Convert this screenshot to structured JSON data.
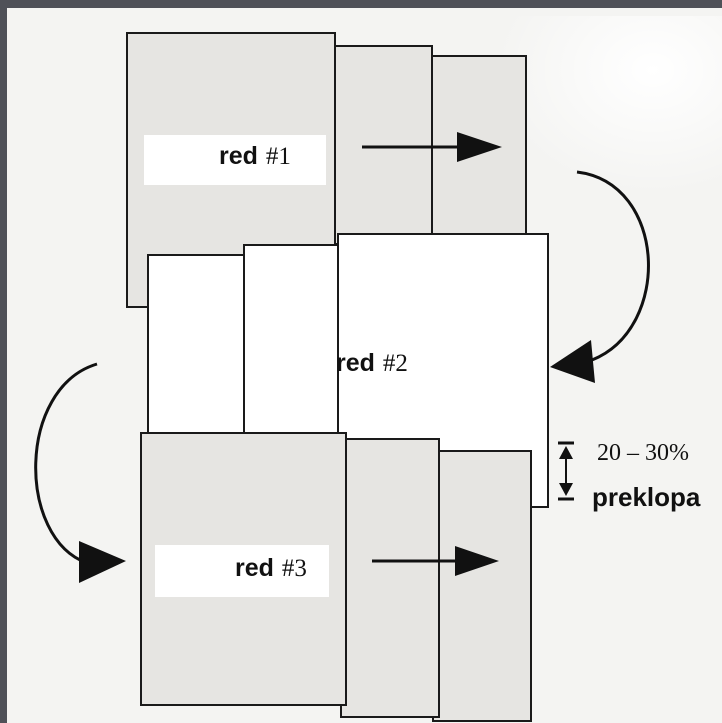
{
  "rows": [
    {
      "word": "red",
      "number": "#1"
    },
    {
      "word": "red",
      "number": "#2"
    },
    {
      "word": "red",
      "number": "#3"
    }
  ],
  "overlap": {
    "range": "20 – 30%",
    "word": "preklopa"
  }
}
